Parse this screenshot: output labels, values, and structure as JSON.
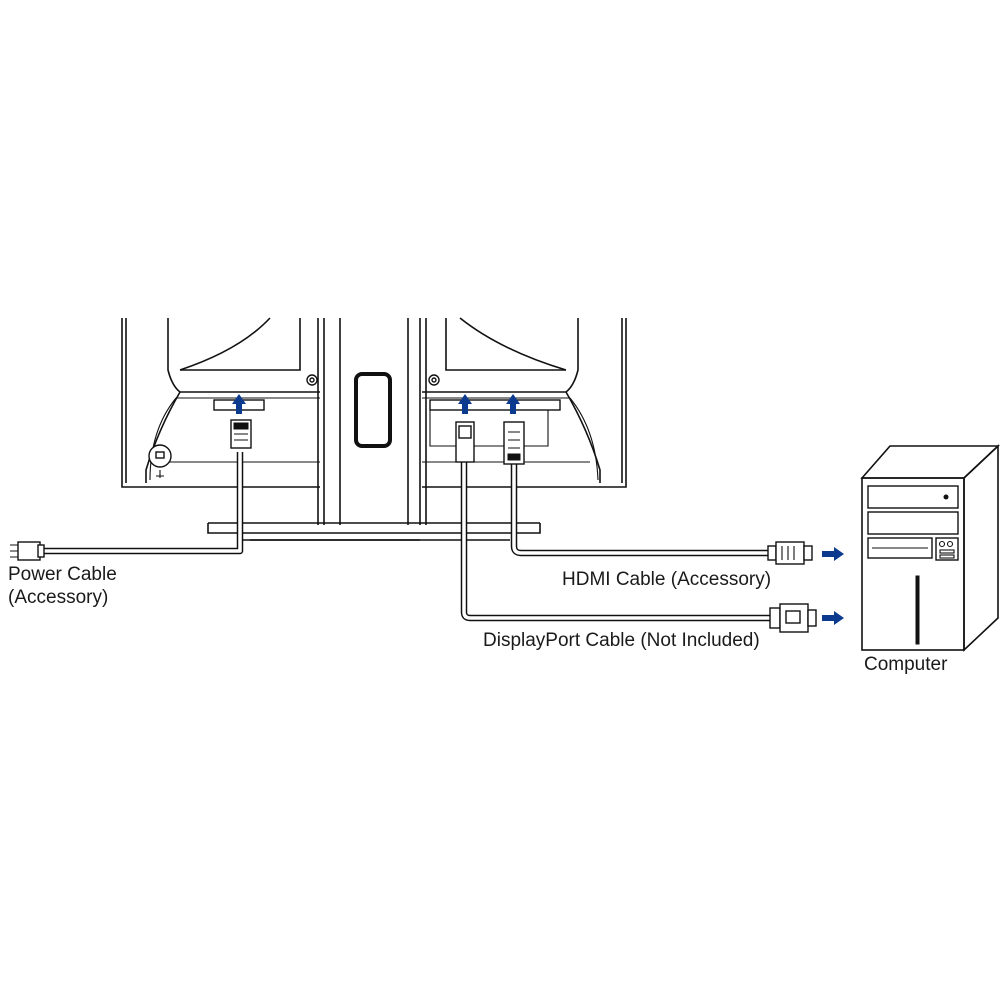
{
  "labels": {
    "power_cable_line1": "Power Cable",
    "power_cable_line2": "(Accessory)",
    "hdmi_cable": "HDMI Cable (Accessory)",
    "displayport_cable": "DisplayPort Cable (Not Included)",
    "computer": "Computer"
  },
  "colors": {
    "arrow": "#0b3a8f",
    "line": "#111111",
    "background": "#ffffff"
  }
}
